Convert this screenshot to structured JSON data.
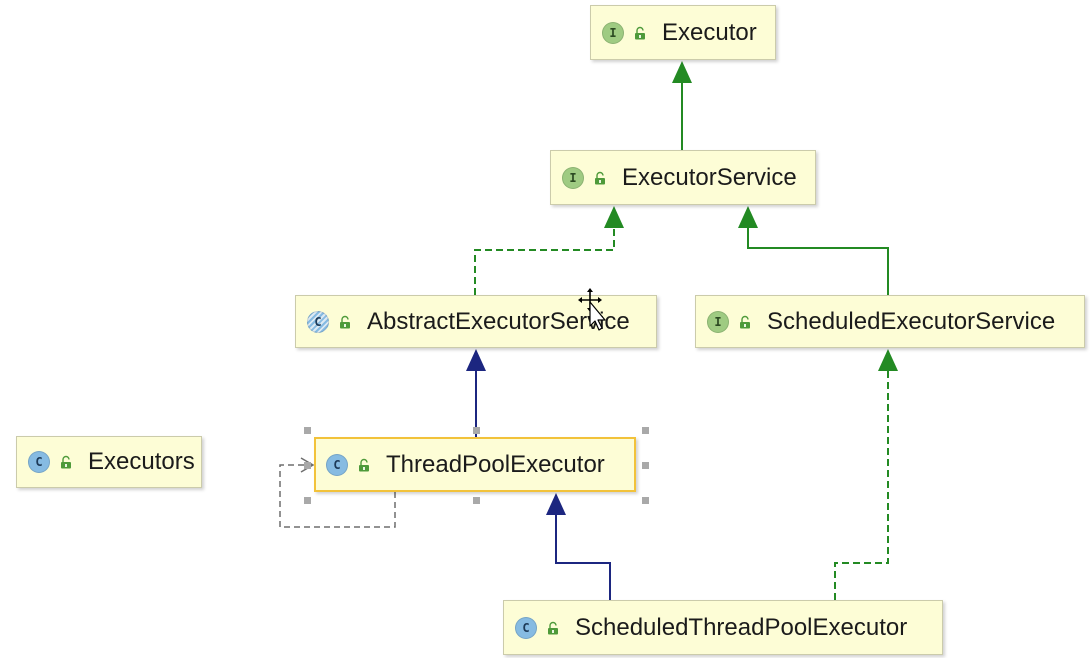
{
  "diagram": {
    "nodes": {
      "executor": {
        "label": "Executor",
        "icon_letter": "I",
        "icon": "interface-icon",
        "access_icon": "public-access-icon"
      },
      "executor_service": {
        "label": "ExecutorService",
        "icon_letter": "I",
        "icon": "interface-icon",
        "access_icon": "public-access-icon"
      },
      "abstract_executor_service": {
        "label": "AbstractExecutorService",
        "icon_letter": "C",
        "icon": "abstract-class-icon",
        "access_icon": "public-access-icon"
      },
      "scheduled_executor_service": {
        "label": "ScheduledExecutorService",
        "icon_letter": "I",
        "icon": "interface-icon",
        "access_icon": "public-access-icon"
      },
      "executors": {
        "label": "Executors",
        "icon_letter": "C",
        "icon": "class-icon",
        "access_icon": "public-access-icon"
      },
      "thread_pool_executor": {
        "label": "ThreadPoolExecutor",
        "icon_letter": "C",
        "icon": "class-icon",
        "access_icon": "public-access-icon",
        "selected": true
      },
      "scheduled_thread_pool_executor": {
        "label": "ScheduledThreadPoolExecutor",
        "icon_letter": "C",
        "icon": "class-icon",
        "access_icon": "public-access-icon"
      }
    }
  },
  "colors": {
    "node_fill": "#fdfdd6",
    "node_border": "#cbcbab",
    "selected_border": "#f2c23a",
    "interface_icon": "#9fcb82",
    "class_icon": "#86bbe2",
    "access_icon": "#4e9a3a",
    "interface_edge": "#238a23",
    "class_edge": "#1c2680",
    "dependency_edge": "#6e6e6e",
    "selection_handle": "#a9a9a9"
  }
}
